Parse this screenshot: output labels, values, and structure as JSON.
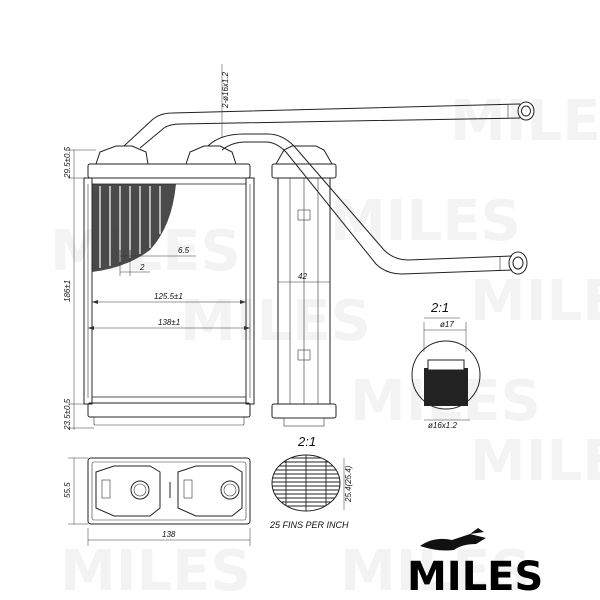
{
  "dimensions": {
    "pipe_spec_top": "2-ø16x1.2",
    "top_tank_height": "29.5±0.5",
    "core_height": "186±1",
    "bottom_tank_height": "23.5±0.5",
    "fin_pitch": "6.5",
    "tube_pitch": "2",
    "core_width_inner": "125.5±1",
    "core_width_outer": "138±1",
    "side_depth": "42",
    "bottom_depth": "55.5",
    "bottom_width": "138",
    "fins_dim": "25.4(25.4)"
  },
  "detail_pipe": {
    "scale": "2:1",
    "outer_diameter": "ø17",
    "pipe_spec": "ø16x1.2"
  },
  "detail_fins": {
    "scale": "2:1",
    "note": "25 FINS PER INCH"
  },
  "brand": {
    "logo_text": "MILES",
    "watermark_text": "MILES"
  }
}
